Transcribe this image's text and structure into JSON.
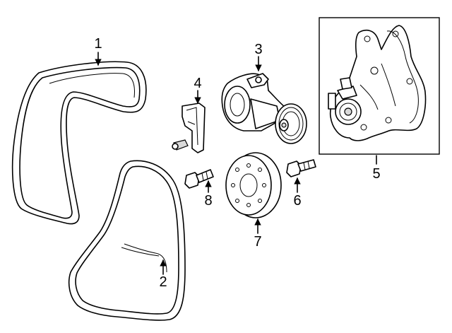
{
  "diagram": {
    "callouts": {
      "c1": "1",
      "c2": "2",
      "c3": "3",
      "c4": "4",
      "c5": "5",
      "c6": "6",
      "c7": "7",
      "c8": "8"
    },
    "parts": [
      "serpentine-belt-upper",
      "serpentine-belt-lower",
      "belt-tensioner",
      "bracket",
      "water-pump",
      "bolt",
      "pulley",
      "bolt"
    ]
  }
}
